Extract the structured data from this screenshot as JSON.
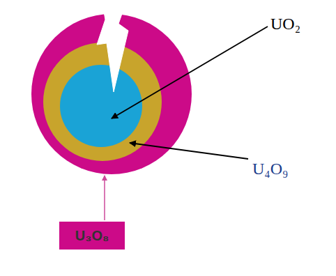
{
  "diagram": {
    "nodes": [
      {
        "text": [
          "U₃O₈"
        ]
      }
    ],
    "labels": [
      "UO₂",
      "U₄O₉"
    ]
  }
}
